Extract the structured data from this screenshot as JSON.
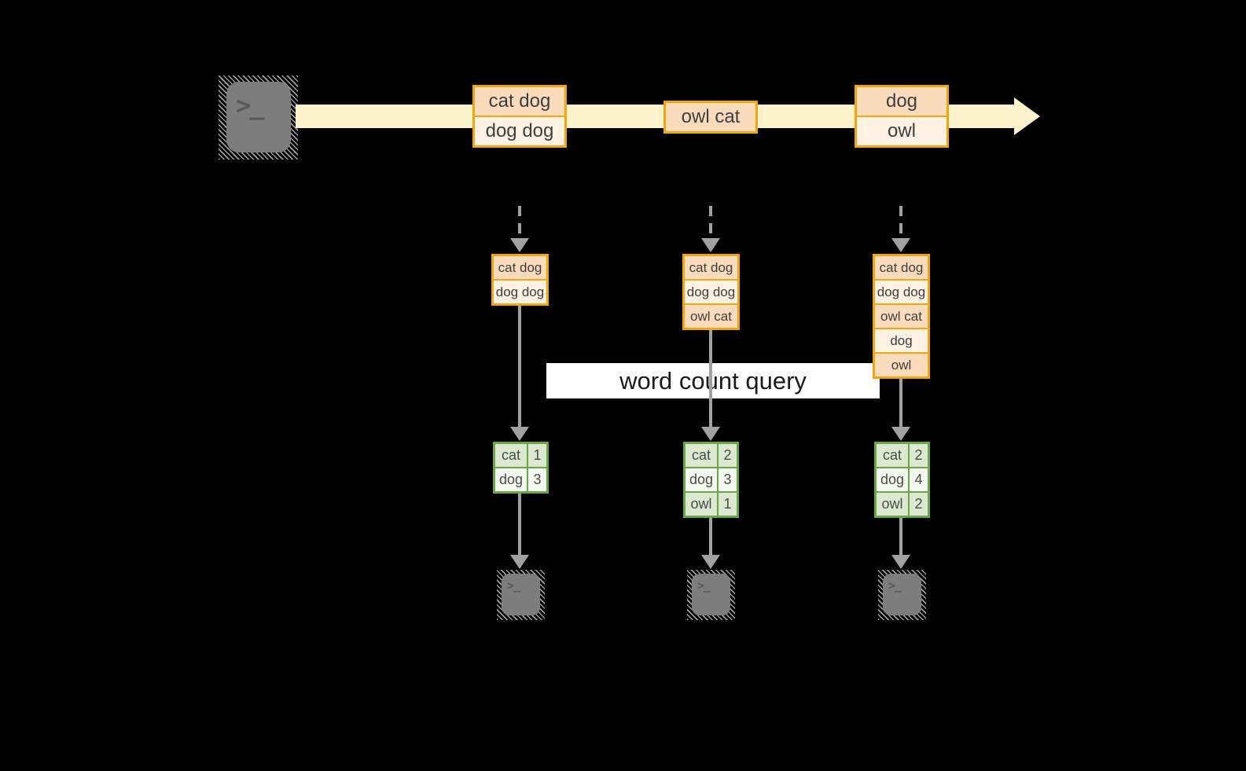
{
  "colors": {
    "background": "#000000",
    "stream_band": "#fcf2cb",
    "amber_border": "#f0a60e",
    "cell_fill_dark": "#fadcbd",
    "cell_fill_light": "#fdf1e3",
    "green_border": "#6ba54a",
    "green_row_dark": "#dce8d0",
    "green_row_light": "#f3f8f0",
    "arrow_gray": "#a1a1a1",
    "terminal_gray": "#7d7d7d"
  },
  "terminal_prompt": ">_",
  "timeline": {
    "batches": [
      {
        "items": [
          "cat dog",
          "dog dog"
        ]
      },
      {
        "items": [
          "owl cat"
        ]
      },
      {
        "items": [
          "dog",
          "owl"
        ]
      }
    ]
  },
  "query_label": "word count query",
  "columns": [
    {
      "buffer": [
        "cat dog",
        "dog dog"
      ],
      "counts": [
        {
          "word": "cat",
          "count": "1"
        },
        {
          "word": "dog",
          "count": "3"
        }
      ]
    },
    {
      "buffer": [
        "cat dog",
        "dog dog",
        "owl cat"
      ],
      "counts": [
        {
          "word": "cat",
          "count": "2"
        },
        {
          "word": "dog",
          "count": "3"
        },
        {
          "word": "owl",
          "count": "1"
        }
      ]
    },
    {
      "buffer": [
        "cat dog",
        "dog dog",
        "owl cat",
        "dog",
        "owl"
      ],
      "counts": [
        {
          "word": "cat",
          "count": "2"
        },
        {
          "word": "dog",
          "count": "4"
        },
        {
          "word": "owl",
          "count": "2"
        }
      ]
    }
  ]
}
